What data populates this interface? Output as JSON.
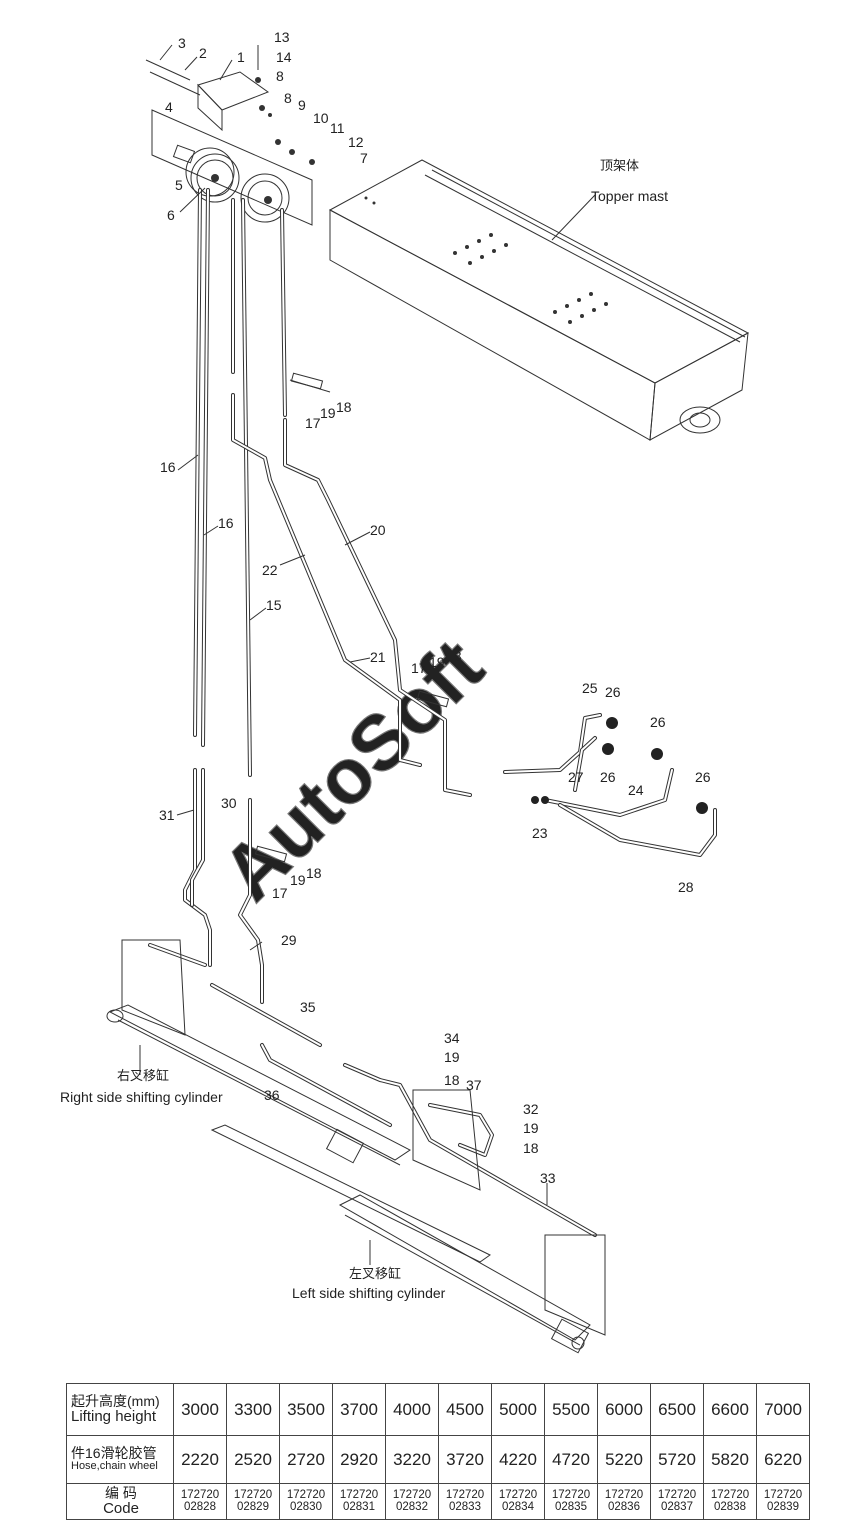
{
  "labels": {
    "topper_cn": "顶架体",
    "topper_en": "Topper mast",
    "right_cyl_cn": "右叉移缸",
    "right_cyl_en": "Right side shifting cylinder",
    "left_cyl_cn": "左叉移缸",
    "left_cyl_en": "Left side shifting cylinder",
    "watermark": "AutoSoft"
  },
  "parts": [
    "1",
    "2",
    "3",
    "4",
    "5",
    "6",
    "7",
    "8",
    "9",
    "10",
    "11",
    "12",
    "13",
    "14",
    "15",
    "16",
    "17",
    "18",
    "19",
    "20",
    "21",
    "22",
    "23",
    "24",
    "25",
    "26",
    "27",
    "28",
    "29",
    "30",
    "31",
    "32",
    "33",
    "34",
    "35",
    "36",
    "37"
  ],
  "table": {
    "row1_head_cn": "起升高度(mm)",
    "row1_head_en": "Lifting height",
    "row2_head_cn": "件16滑轮胶管",
    "row2_head_en": "Hose,chain wheel",
    "row3_head_cn": "编    码",
    "row3_head_en": "Code",
    "lifting_height": [
      "3000",
      "3300",
      "3500",
      "3700",
      "4000",
      "4500",
      "5000",
      "5500",
      "6000",
      "6500",
      "6600",
      "7000"
    ],
    "hose_length": [
      "2220",
      "2520",
      "2720",
      "2920",
      "3220",
      "3720",
      "4220",
      "4720",
      "5220",
      "5720",
      "5820",
      "6220"
    ],
    "code_top": [
      "172720",
      "172720",
      "172720",
      "172720",
      "172720",
      "172720",
      "172720",
      "172720",
      "172720",
      "172720",
      "172720",
      "172720"
    ],
    "code_bottom": [
      "02828",
      "02829",
      "02830",
      "02831",
      "02832",
      "02833",
      "02834",
      "02835",
      "02836",
      "02837",
      "02838",
      "02839"
    ]
  }
}
